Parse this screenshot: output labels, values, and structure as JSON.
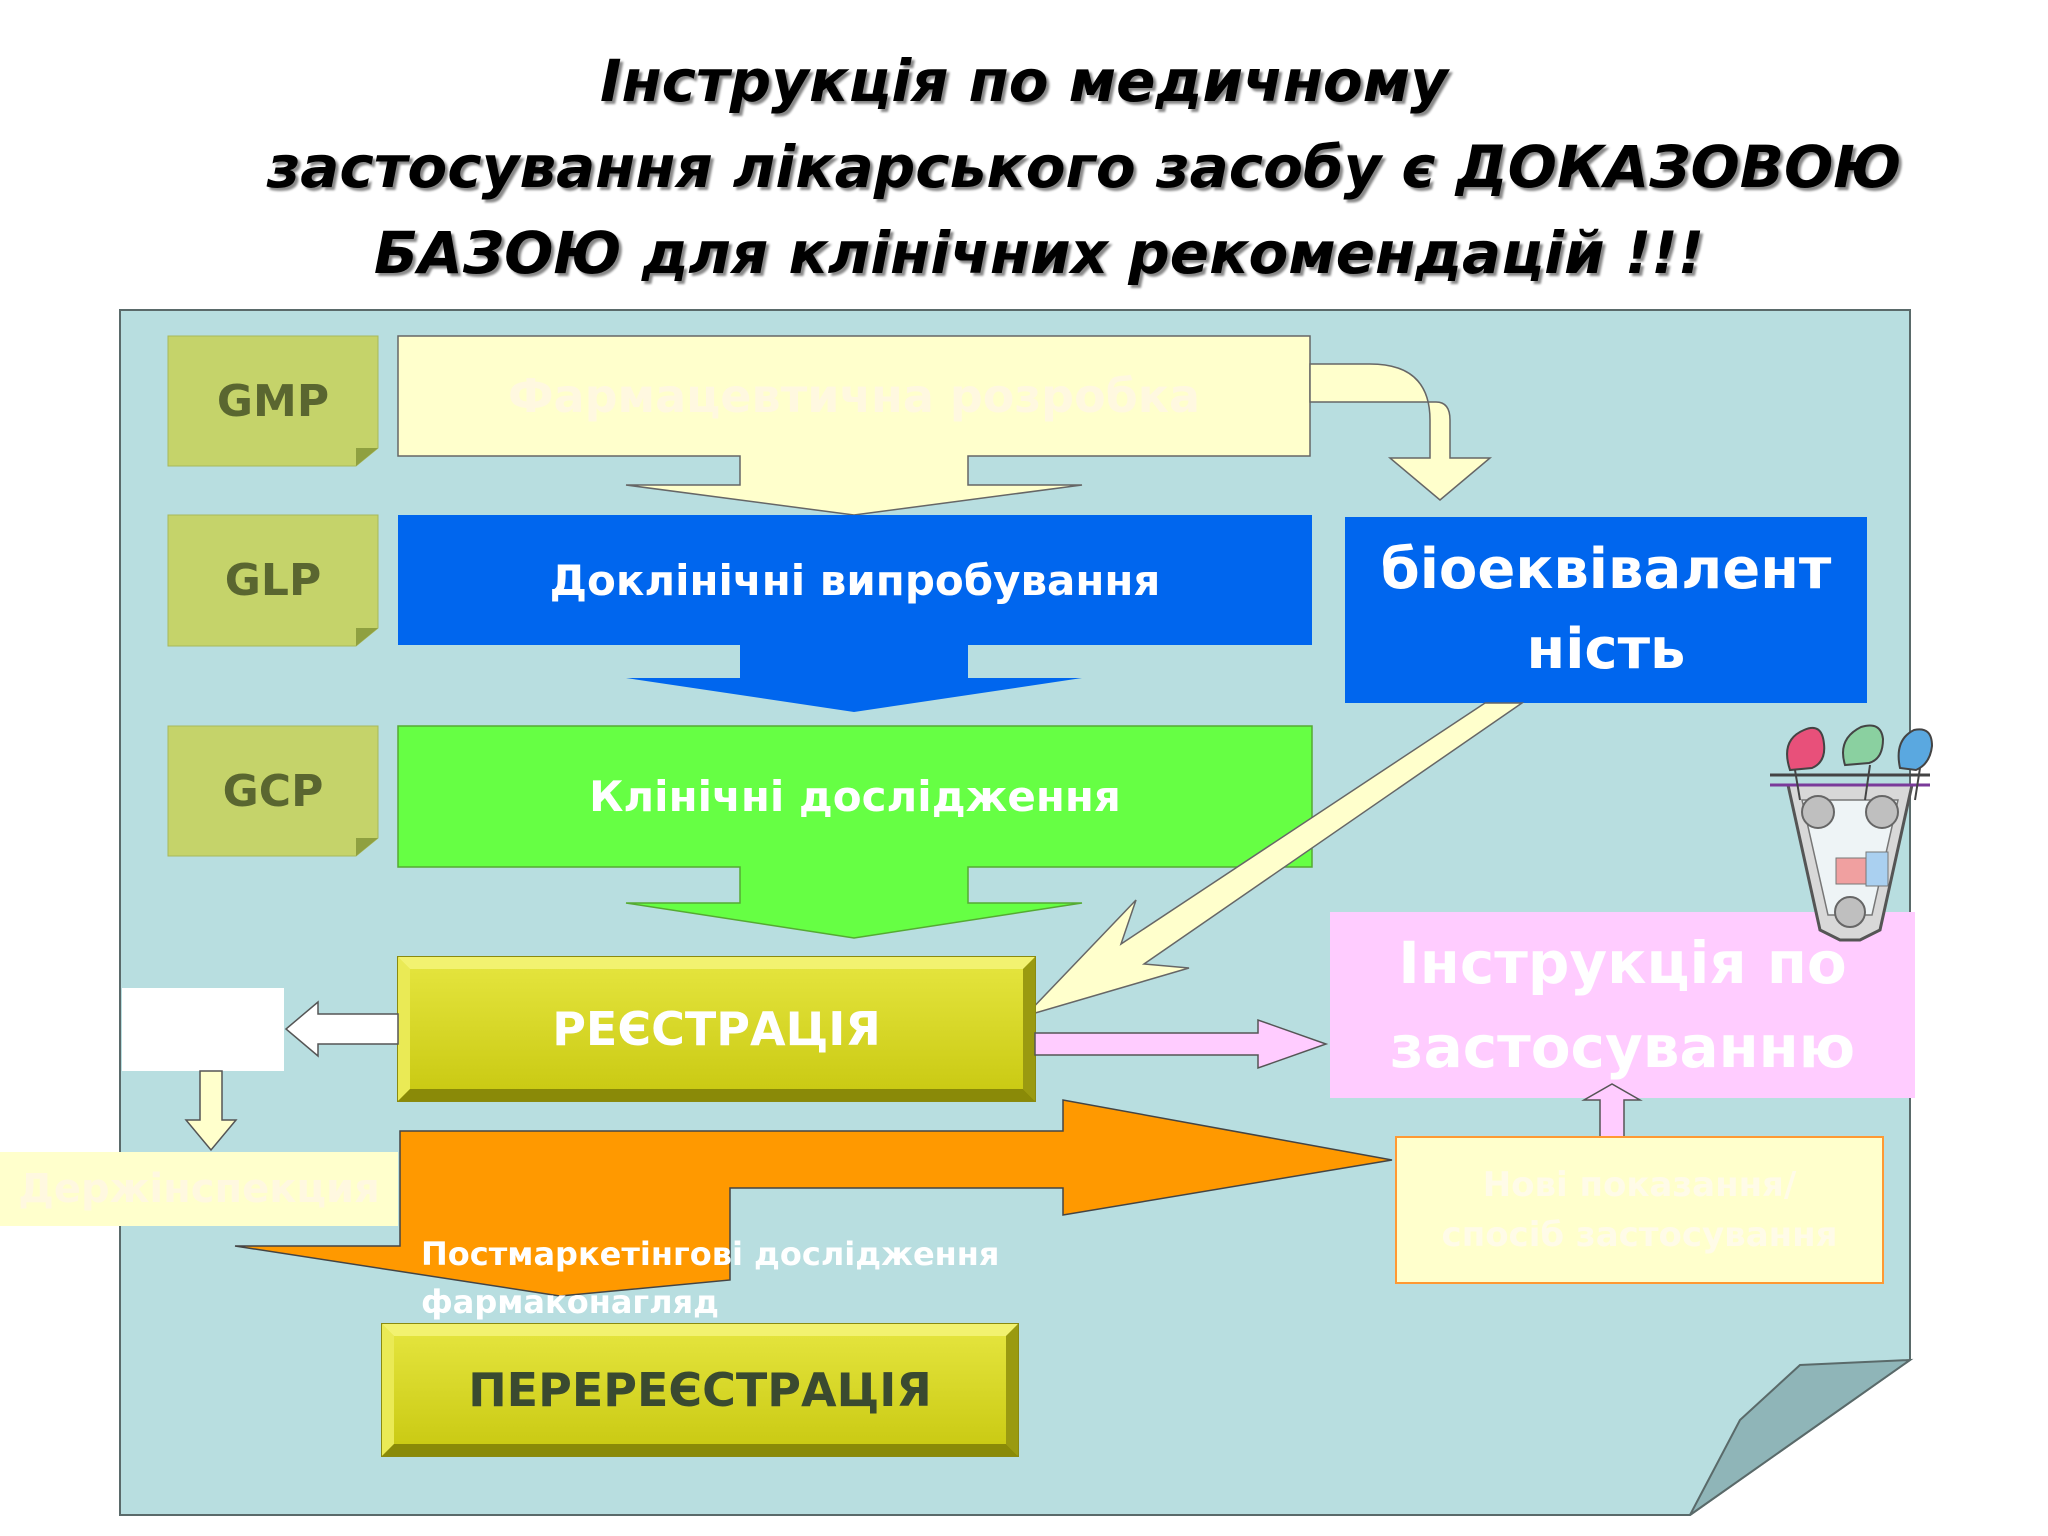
{
  "title": {
    "line1": "Інструкція по  медичному",
    "line2": "застосування лікарського засобу є ДОКАЗОВОЮ",
    "line3": "БАЗОЮ для клінічних рекомендацій !!!"
  },
  "standards": {
    "gmp": "GMP",
    "glp": "GLP",
    "gcp": "GCP"
  },
  "stages": {
    "pharma_dev": "Фармацевтична розробка",
    "preclinical": "Доклінічні випробування",
    "clinical": "Клінічні дослідження",
    "registration": "РЕЄСТРАЦІЯ",
    "reregistration": "ПЕРЕРЕЄСТРАЦІЯ"
  },
  "bioequivalence": {
    "line1": "біоеквівалент",
    "line2": "ність"
  },
  "instruction": {
    "line1": "Інструкція по",
    "line2": "застосуванню"
  },
  "new_indications": {
    "line1": "Нові показання/",
    "line2": "спосіб застосування"
  },
  "inspection": "Держінспекция",
  "postmarketing": {
    "line1": "Постмаркетінгові дослідження",
    "line2": "фармаконагляд"
  },
  "colors": {
    "panel": "#b8dee0",
    "tag": "#c5d36a",
    "cream": "#ffffcc",
    "blue": "#0066ee",
    "green": "#66ff44",
    "olive": "#d2d21a",
    "orange": "#ff9900",
    "pink": "#ffccff"
  }
}
